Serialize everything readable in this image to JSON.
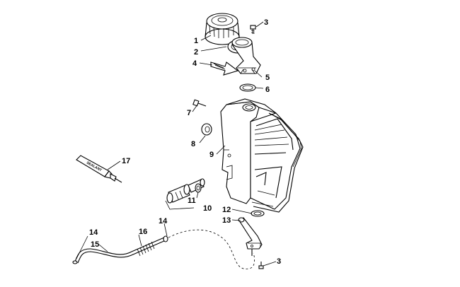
{
  "callouts": [
    {
      "id": "1",
      "label": "1"
    },
    {
      "id": "2",
      "label": "2"
    },
    {
      "id": "3a",
      "label": "3"
    },
    {
      "id": "4",
      "label": "4"
    },
    {
      "id": "5",
      "label": "5"
    },
    {
      "id": "6",
      "label": "6"
    },
    {
      "id": "7",
      "label": "7"
    },
    {
      "id": "8",
      "label": "8"
    },
    {
      "id": "9",
      "label": "9"
    },
    {
      "id": "10",
      "label": "10"
    },
    {
      "id": "11",
      "label": "11"
    },
    {
      "id": "12",
      "label": "12"
    },
    {
      "id": "13",
      "label": "13"
    },
    {
      "id": "14a",
      "label": "14"
    },
    {
      "id": "14b",
      "label": "14"
    },
    {
      "id": "15",
      "label": "15"
    },
    {
      "id": "16",
      "label": "16"
    },
    {
      "id": "17",
      "label": "17"
    },
    {
      "id": "3b",
      "label": "3"
    }
  ],
  "sealant_tube_text": "SEALANT"
}
